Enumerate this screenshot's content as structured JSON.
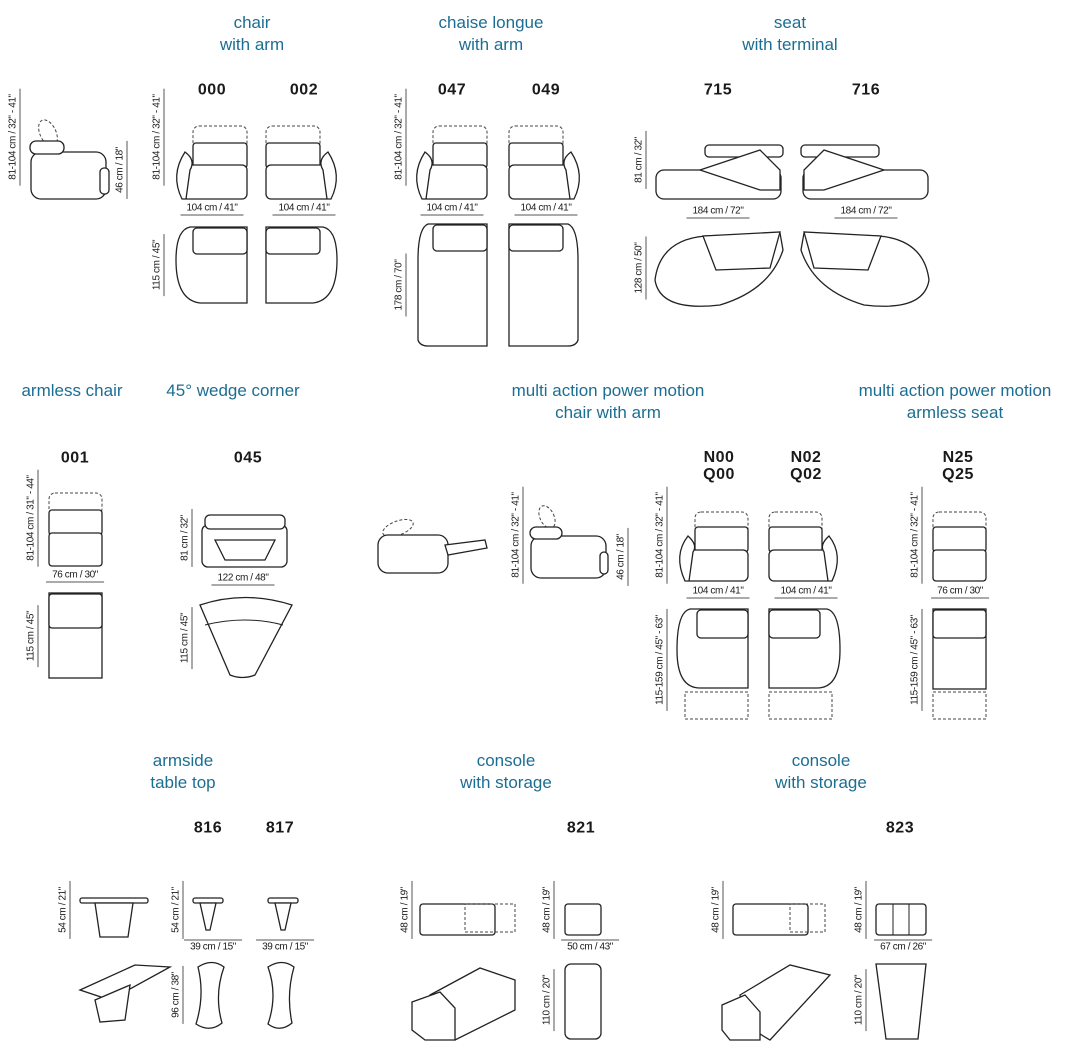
{
  "sections": [
    {
      "title": [
        "chair",
        "with arm"
      ],
      "codes": [
        "000",
        "002"
      ],
      "dims": [
        "81-104 cm / 32\" - 41\"",
        "46 cm / 18\"",
        "81-104 cm / 32\" - 41\"",
        "104 cm / 41\"",
        "104 cm / 41\"",
        "115 cm / 45\""
      ]
    },
    {
      "title": [
        "chaise longue",
        "with arm"
      ],
      "codes": [
        "047",
        "049"
      ],
      "dims": [
        "81-104 cm / 32\" - 41\"",
        "104 cm / 41\"",
        "104 cm / 41\"",
        "178 cm / 70\""
      ]
    },
    {
      "title": [
        "seat",
        "with terminal"
      ],
      "codes": [
        "715",
        "716"
      ],
      "dims": [
        "81 cm / 32\"",
        "184 cm / 72\"",
        "184 cm / 72\"",
        "128 cm / 50\""
      ]
    },
    {
      "title": [
        "armless chair"
      ],
      "codes": [
        "001"
      ],
      "dims": [
        "81-104 cm / 31\" - 44\"",
        "76 cm / 30\"",
        "115 cm / 45\""
      ]
    },
    {
      "title": [
        "45° wedge corner"
      ],
      "codes": [
        "045"
      ],
      "dims": [
        "81 cm / 32\"",
        "122 cm / 48\"",
        "115 cm / 45\""
      ]
    },
    {
      "title": [
        "multi action power motion",
        "chair with arm"
      ],
      "codes": [
        "N00",
        "Q00",
        "N02",
        "Q02"
      ],
      "dims": [
        "81-104 cm / 32\" - 41\"",
        "46 cm / 18\"",
        "81-104 cm / 32\" - 41\"",
        "104 cm / 41\"",
        "104 cm / 41\"",
        "115-159 cm / 45\" - 63\""
      ]
    },
    {
      "title": [
        "multi action  power motion",
        "armless seat"
      ],
      "codes": [
        "N25",
        "Q25"
      ],
      "dims": [
        "81-104 cm / 32\" - 41\"",
        "76 cm / 30\"",
        "115-159 cm / 45\" - 63\""
      ]
    },
    {
      "title": [
        "armside",
        "table top"
      ],
      "codes": [
        "816",
        "817"
      ],
      "dims": [
        "54 cm / 21\"",
        "54 cm / 21\"",
        "39 cm / 15\"",
        "39 cm / 15\"",
        "96 cm / 38\""
      ]
    },
    {
      "title": [
        "console",
        "with storage"
      ],
      "codes": [
        "821"
      ],
      "dims": [
        "48 cm / 19\"",
        "48 cm / 19\"",
        "50 cm / 43\"",
        "110 cm / 20\""
      ]
    },
    {
      "title": [
        "console",
        "with storage"
      ],
      "codes": [
        "823"
      ],
      "dims": [
        "48 cm / 19\"",
        "48 cm / 19\"",
        "67 cm / 26\"",
        "110 cm / 20\""
      ]
    }
  ],
  "colors": {
    "title": "#1b6e93",
    "line": "#222222"
  }
}
